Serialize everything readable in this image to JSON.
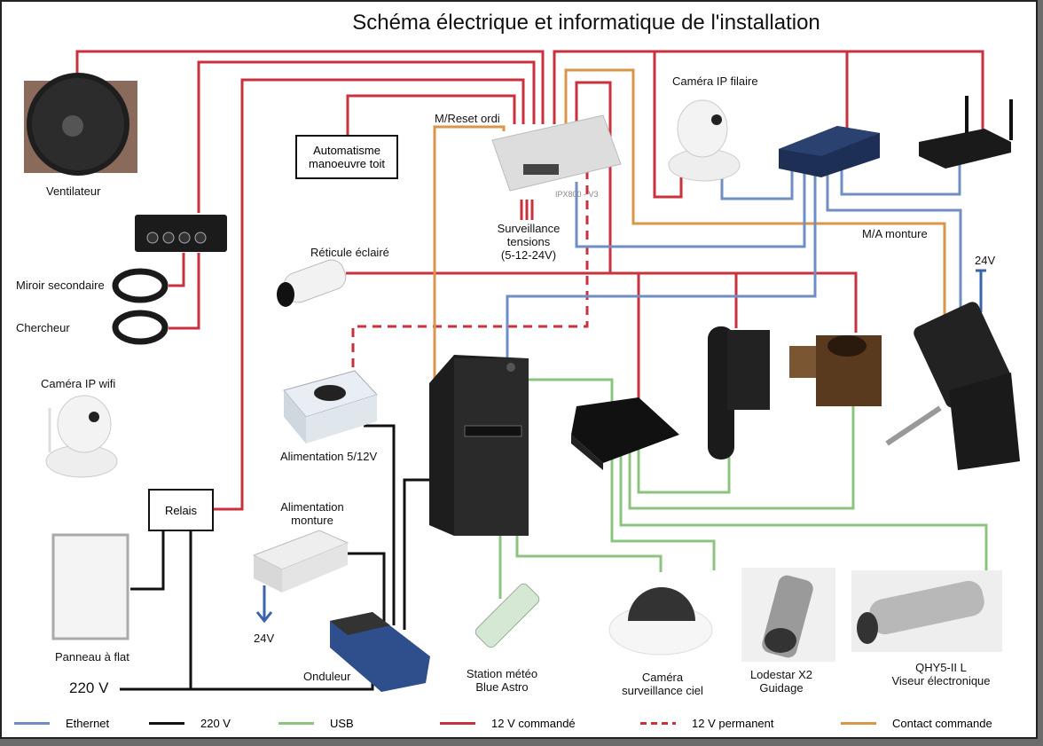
{
  "title": "Schéma électrique et informatique de l'installation",
  "colors": {
    "ethernet": "#6f8fc4",
    "v220": "#111111",
    "usb": "#8cc47f",
    "v12_cmd": "#c8323c",
    "v12_perm": "#c8323c",
    "contact": "#d9954a",
    "arrow24": "#3a64a8"
  },
  "devices": {
    "ventilateur": "Ventilateur",
    "miroir": "Miroir secondaire",
    "chercheur": "Chercheur",
    "camera_wifi": "Caméra IP wifi",
    "panneau": "Panneau à flat",
    "relais": "Relais",
    "automatisme": "Automatisme manoeuvre toit",
    "reset_ordi": "M/Reset ordi",
    "ipx_label": "IPX800 - V3",
    "surveillance": [
      "Surveillance",
      "tensions",
      "(5-12-24V)"
    ],
    "reticule": "Réticule éclairé",
    "alim512": "Alimentation 5/12V",
    "alim_monture": [
      "Alimentation",
      "monture"
    ],
    "v24_left": "24V",
    "onduleur": "Onduleur",
    "v220": "220 V",
    "camera_filaire": "Caméra IP filaire",
    "ma_monture": "M/A monture",
    "v24_right": "24V",
    "station_meteo": [
      "Station météo",
      "Blue Astro"
    ],
    "camera_ciel": [
      "Caméra",
      "surveillance ciel"
    ],
    "lodestar": [
      "Lodestar X2",
      "Guidage"
    ],
    "qhy": [
      "QHY5-II L",
      "Viseur électronique"
    ]
  },
  "legend": [
    {
      "label": "Ethernet",
      "key": "ethernet",
      "style": "solid"
    },
    {
      "label": "220 V",
      "key": "v220",
      "style": "solid"
    },
    {
      "label": "USB",
      "key": "usb",
      "style": "solid"
    },
    {
      "label": "12 V commandé",
      "key": "v12_cmd",
      "style": "solid"
    },
    {
      "label": "12 V permanent",
      "key": "v12_perm",
      "style": "dashed"
    },
    {
      "label": "Contact commande",
      "key": "contact",
      "style": "solid"
    }
  ]
}
